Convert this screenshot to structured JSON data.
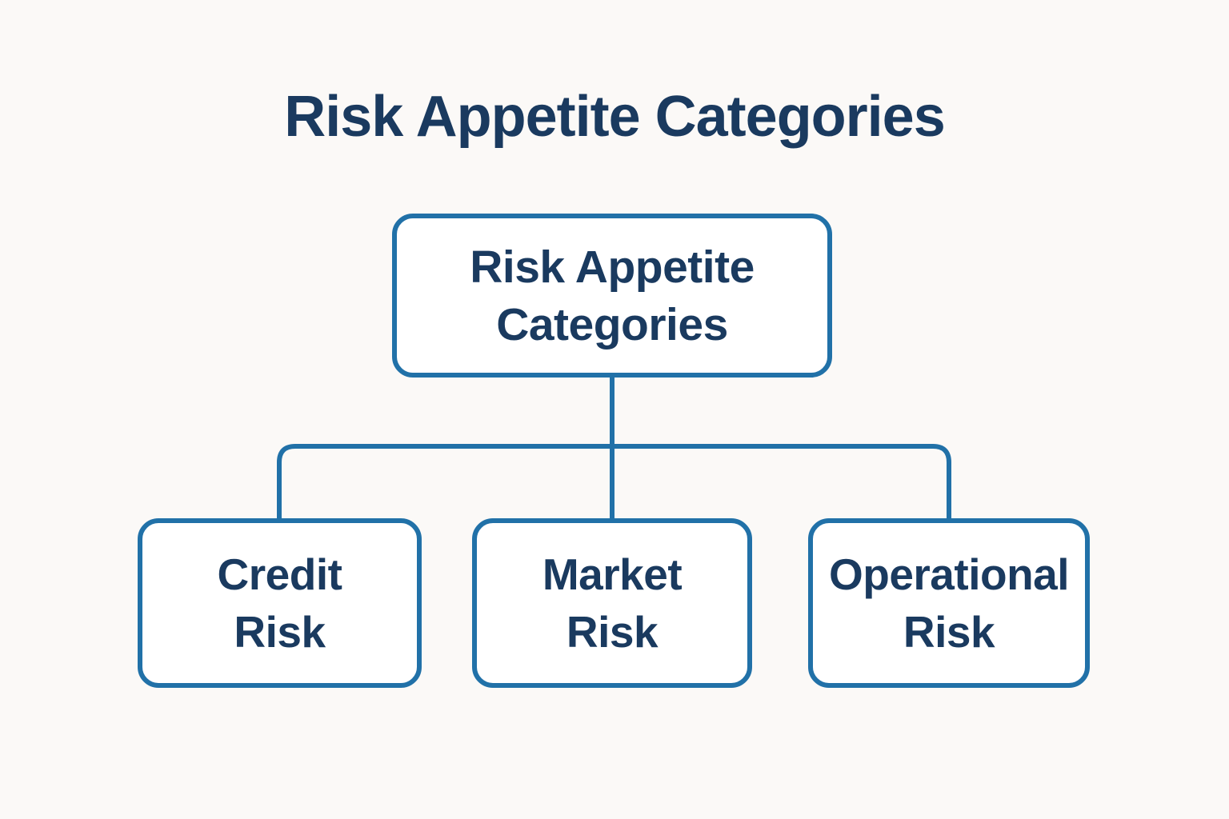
{
  "title": "Risk Appetite Categories",
  "colors": {
    "accent_blue": "#2171A8",
    "text_navy": "#1A3A5F",
    "background": "#FBF9F7",
    "node_fill": "#FFFFFF"
  },
  "diagram": {
    "type": "hierarchy",
    "root": {
      "label": "Risk Appetite\nCategories"
    },
    "children": [
      {
        "label": "Credit\nRisk"
      },
      {
        "label": "Market\nRisk"
      },
      {
        "label": "Operational\nRisk"
      }
    ]
  }
}
